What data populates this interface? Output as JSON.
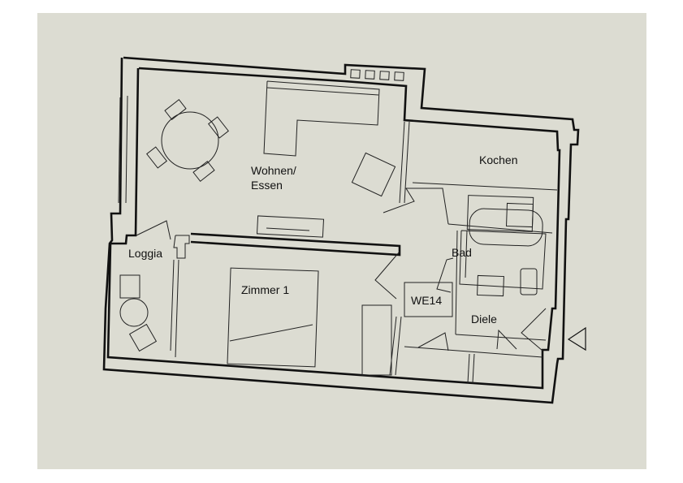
{
  "plan": {
    "background_color": "#dcdcd2",
    "line_color": "#111111",
    "rooms": {
      "wohnen_line1": "Wohnen/",
      "wohnen_line2": "Essen",
      "kochen": "Kochen",
      "bad": "Bad",
      "loggia": "Loggia",
      "zimmer": "Zimmer 1",
      "diele": "Diele"
    },
    "unit_label": "WE14",
    "entrance_icon": "triangle-entrance-icon"
  }
}
